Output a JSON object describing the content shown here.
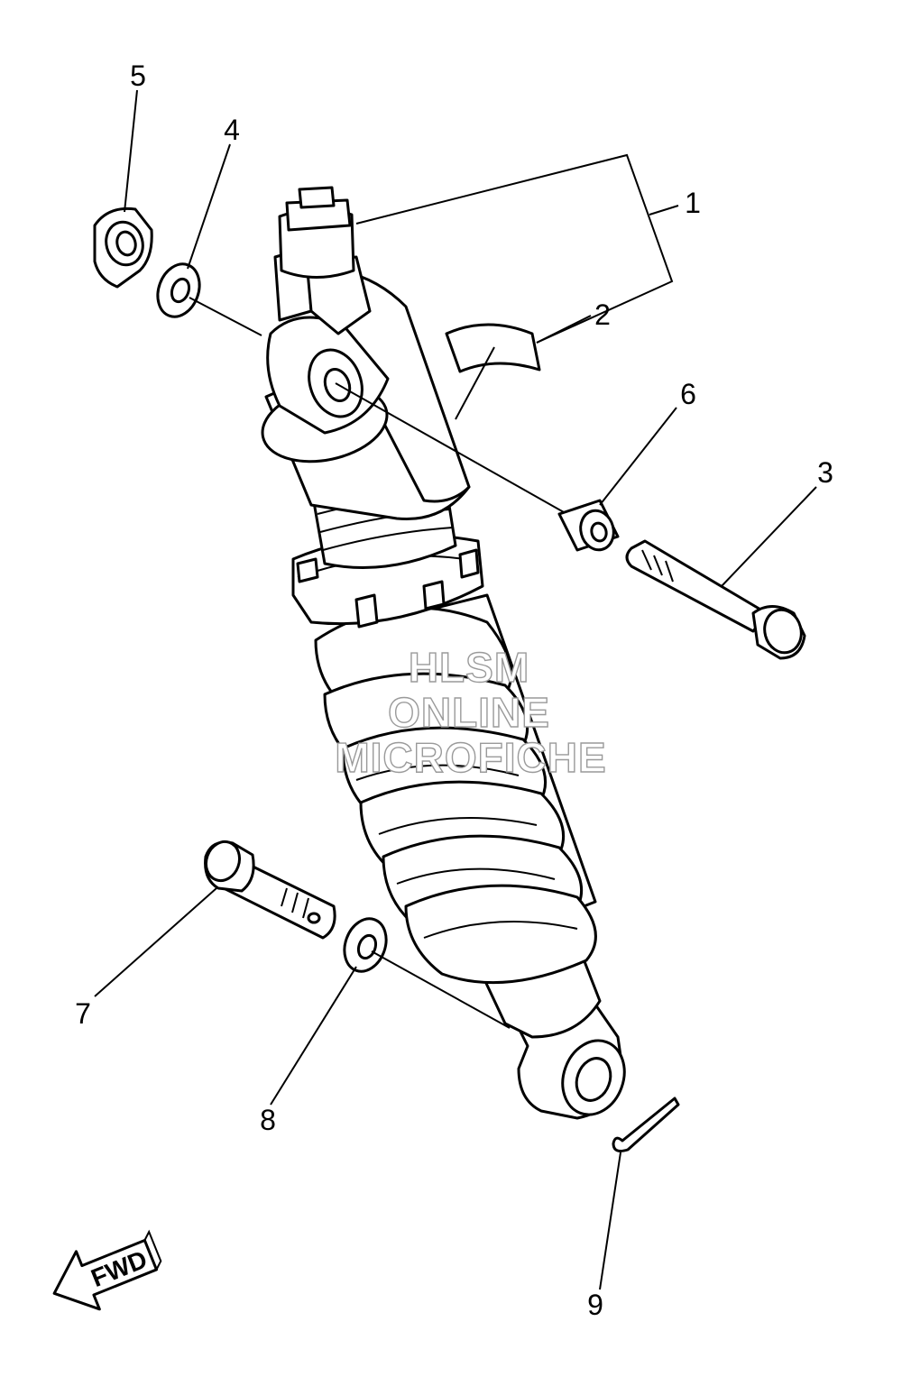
{
  "callouts": [
    {
      "id": "1",
      "label": "1"
    },
    {
      "id": "2",
      "label": "2"
    },
    {
      "id": "3",
      "label": "3"
    },
    {
      "id": "4",
      "label": "4"
    },
    {
      "id": "5",
      "label": "5"
    },
    {
      "id": "6",
      "label": "6"
    },
    {
      "id": "7",
      "label": "7"
    },
    {
      "id": "8",
      "label": "8"
    },
    {
      "id": "9",
      "label": "9"
    }
  ],
  "watermark": {
    "line1": "HLSM",
    "line2": "ONLINE",
    "line3": "MICROFICHE"
  },
  "direction_arrow": {
    "label": "FWD"
  },
  "colors": {
    "line": "#000000",
    "background": "#ffffff",
    "watermark_outline": "#9a9a9a"
  }
}
